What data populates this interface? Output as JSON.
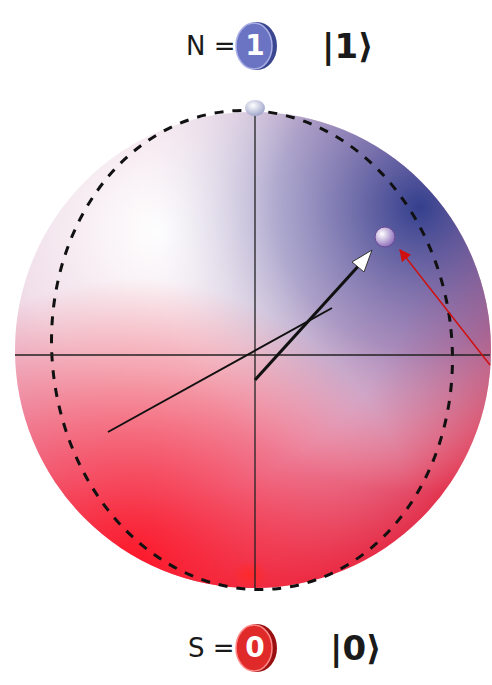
{
  "diagram": {
    "nodes": [
      {
        "text": [
          "1"
        ]
      },
      {
        "text": [
          "0"
        ]
      }
    ],
    "labels": [
      "N =",
      "|1⟩",
      "S =",
      "|0⟩"
    ]
  }
}
